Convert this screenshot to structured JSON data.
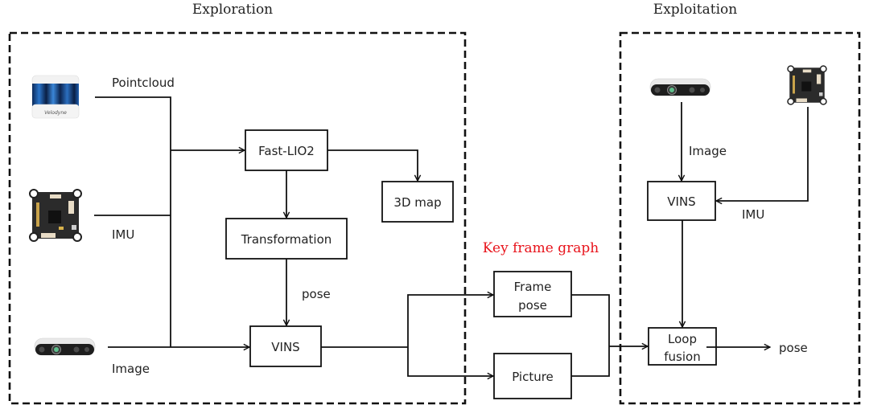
{
  "sections": {
    "exploration": {
      "title": "Exploration"
    },
    "exploitation": {
      "title": "Exploitation"
    },
    "key_frame_graph": {
      "title": "Key frame graph",
      "color": "#e8141c"
    }
  },
  "devices": {
    "lidar": {
      "icon": "velodyne-lidar-icon",
      "brand": "Velodyne"
    },
    "imu_left": {
      "icon": "imu-board-icon"
    },
    "camera_left": {
      "icon": "depth-camera-icon"
    },
    "camera_right": {
      "icon": "depth-camera-icon"
    },
    "imu_right": {
      "icon": "imu-board-icon"
    }
  },
  "nodes": {
    "fast_lio2": "Fast-LIO2",
    "map_3d": "3D map",
    "transformation": "Transformation",
    "vins_left": "VINS",
    "frame_pose_line1": "Frame",
    "frame_pose_line2": "pose",
    "picture": "Picture",
    "vins_right": "VINS",
    "loop_fusion_line1": "Loop",
    "loop_fusion_line2": "fusion"
  },
  "edge_labels": {
    "pointcloud": "Pointcloud",
    "imu_left": "IMU",
    "image_left": "Image",
    "pose_mid": "pose",
    "image_right": "Image",
    "imu_right": "IMU",
    "pose_out": "pose"
  },
  "colors": {
    "line": "#111111",
    "key_frame_title": "#e8141c",
    "lidar_blue": "#1f5fb0"
  }
}
